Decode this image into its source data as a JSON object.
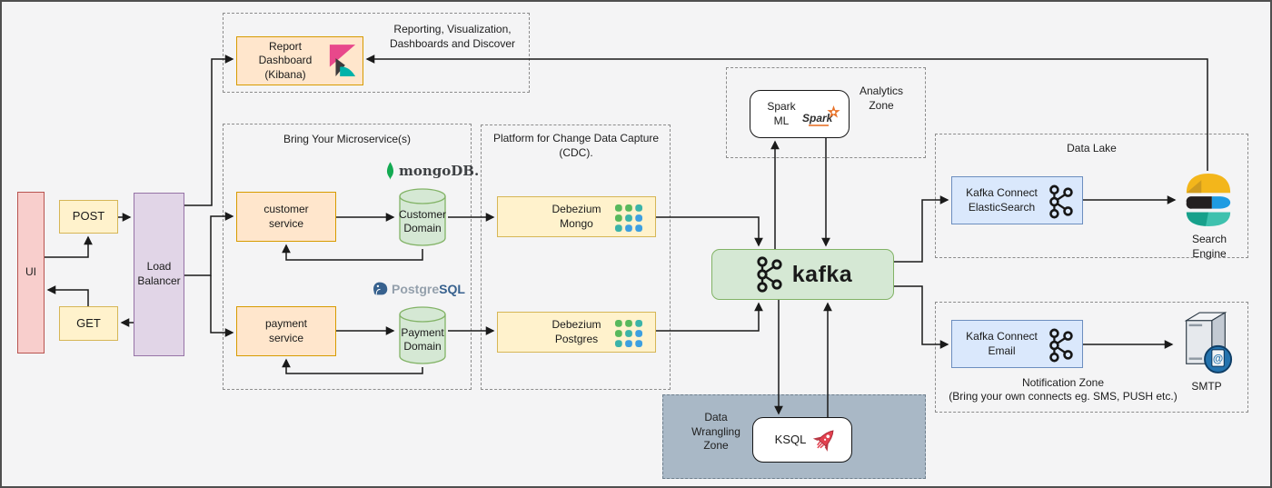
{
  "colors": {
    "node_pink": "#f8cecc",
    "node_pink_border": "#b85450",
    "node_yellow": "#fff2cc",
    "node_yellow_border": "#d6b656",
    "node_purple": "#e1d5e7",
    "node_purple_border": "#9673a6",
    "node_orange": "#ffe6cc",
    "node_orange_border": "#d79b00",
    "node_green": "#d5e8d4",
    "node_green_border": "#82b366",
    "node_blue": "#dae8fc",
    "node_blue_border": "#6c8ebf",
    "zone_gray_fill": "#a9b8c6",
    "zone_border": "#8c8c8c",
    "connector": "#1a1a1a",
    "kibana_pink": "#e8488b",
    "kibana_dark": "#3d3b3c",
    "kibana_teal": "#00b2a9",
    "mongodb_green": "#13aa52",
    "postgres_blue": "#37618e",
    "spark_orange": "#e8732a",
    "elastic_yellow": "#f3b61b",
    "elastic_black": "#231f20",
    "elastic_blue": "#1e9be2",
    "elastic_teal": "#3ec1ae",
    "ksql_rocket_red": "#e2414f",
    "smtp_badge_blue": "#2473ae"
  },
  "nodes": {
    "ui": {
      "label": "UI"
    },
    "post": {
      "label": "POST"
    },
    "get": {
      "label": "GET"
    },
    "load_balancer": {
      "label": "Load Balancer"
    },
    "customer_service": {
      "label": "customer service"
    },
    "payment_service": {
      "label": "payment service"
    },
    "customer_domain": {
      "label": "Customer Domain"
    },
    "payment_domain": {
      "label": "Payment Domain"
    },
    "debezium_mongo": {
      "label": "Debezium Mongo"
    },
    "debezium_postgres": {
      "label": "Debezium Postgres"
    },
    "kafka": {
      "label": "kafka"
    },
    "spark_ml": {
      "label": "Spark ML"
    },
    "ksql": {
      "label": "KSQL"
    },
    "kafka_connect_elasticsearch": {
      "label": "Kafka Connect ElasticSearch"
    },
    "kafka_connect_email": {
      "label": "Kafka Connect Email"
    },
    "report_dashboard": {
      "label": "Report Dashboard (Kibana)"
    },
    "search_engine": {
      "label": "Search Engine"
    },
    "smtp": {
      "label": "SMTP"
    }
  },
  "zones": {
    "reporting": {
      "label": "Reporting, Visualization, Dashboards and Discover"
    },
    "microservices": {
      "label": "Bring Your Microservice(s)"
    },
    "cdc": {
      "label": "Platform for Change Data Capture (CDC)."
    },
    "analytics": {
      "label": "Analytics Zone"
    },
    "data_wrangling": {
      "label": "Data Wrangling Zone"
    },
    "data_lake": {
      "label": "Data Lake"
    },
    "notification": {
      "label": "Notification Zone",
      "sublabel": "(Bring your own connects eg. SMS, PUSH etc.)"
    }
  },
  "logos": {
    "mongodb_text": "mongoDB.",
    "postgres_text_gray": "Postgre",
    "postgres_text_blue": "SQL",
    "spark_text": "Spark",
    "smtp_at": "@"
  }
}
